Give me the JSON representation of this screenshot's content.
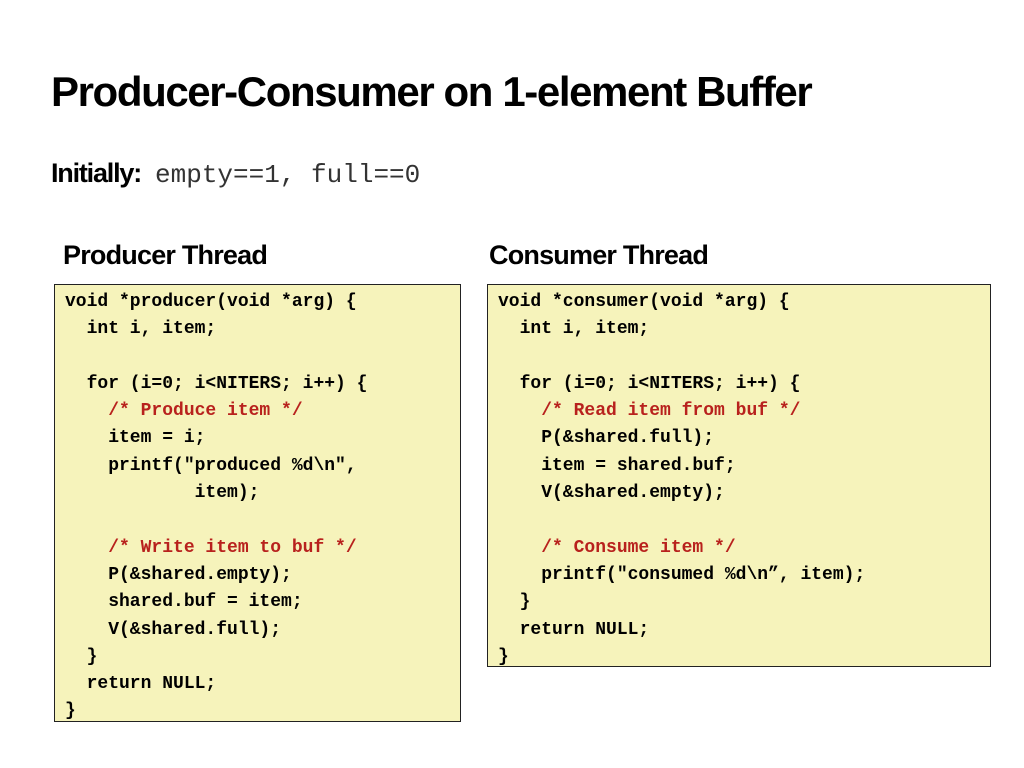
{
  "title": "Producer-Consumer on 1-element Buffer",
  "initially": {
    "label": "Initially:",
    "code": "empty==1, full==0"
  },
  "producer": {
    "heading": "Producer Thread",
    "lines": [
      {
        "text": "void *producer(void *arg) {",
        "comment": false
      },
      {
        "text": "  int i, item;",
        "comment": false
      },
      {
        "text": "",
        "comment": false
      },
      {
        "text": "  for (i=0; i<NITERS; i++) {",
        "comment": false
      },
      {
        "text": "    /* Produce item */",
        "comment": true
      },
      {
        "text": "    item = i;",
        "comment": false
      },
      {
        "text": "    printf(\"produced %d\\n\",",
        "comment": false
      },
      {
        "text": "            item);",
        "comment": false
      },
      {
        "text": "",
        "comment": false
      },
      {
        "text": "    /* Write item to buf */",
        "comment": true
      },
      {
        "text": "    P(&shared.empty);",
        "comment": false
      },
      {
        "text": "    shared.buf = item;",
        "comment": false
      },
      {
        "text": "    V(&shared.full);",
        "comment": false
      },
      {
        "text": "  }",
        "comment": false
      },
      {
        "text": "  return NULL;",
        "comment": false
      },
      {
        "text": "}",
        "comment": false
      }
    ]
  },
  "consumer": {
    "heading": "Consumer Thread",
    "lines": [
      {
        "text": "void *consumer(void *arg) {",
        "comment": false
      },
      {
        "text": "  int i, item;",
        "comment": false
      },
      {
        "text": "",
        "comment": false
      },
      {
        "text": "  for (i=0; i<NITERS; i++) {",
        "comment": false
      },
      {
        "text": "    /* Read item from buf */",
        "comment": true
      },
      {
        "text": "    P(&shared.full);",
        "comment": false
      },
      {
        "text": "    item = shared.buf;",
        "comment": false
      },
      {
        "text": "    V(&shared.empty);",
        "comment": false
      },
      {
        "text": "",
        "comment": false
      },
      {
        "text": "    /* Consume item */",
        "comment": true
      },
      {
        "text": "    printf(\"consumed %d\\n”, item);",
        "comment": false
      },
      {
        "text": "  }",
        "comment": false
      },
      {
        "text": "  return NULL;",
        "comment": false
      },
      {
        "text": "}",
        "comment": false
      }
    ]
  },
  "colors": {
    "code_background": "#f6f3bb",
    "comment": "#b8211d"
  }
}
